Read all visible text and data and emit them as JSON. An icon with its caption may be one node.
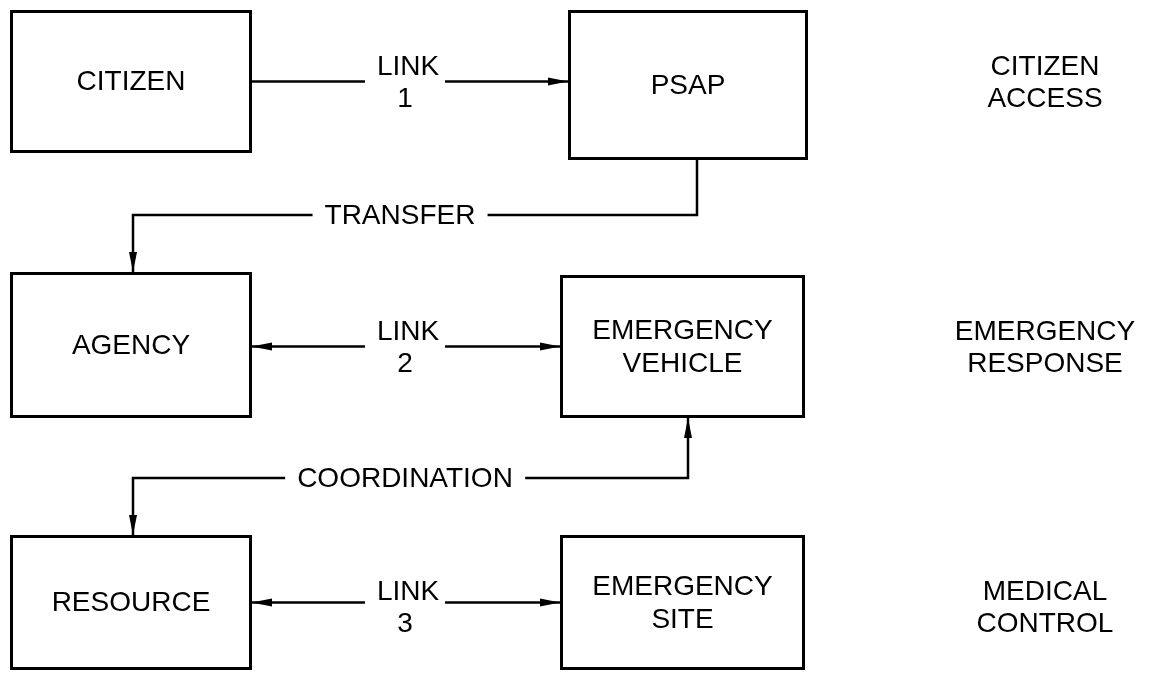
{
  "diagram": {
    "nodes": [
      {
        "text": [
          "CITIZEN"
        ]
      },
      {
        "text": [
          "PSAP"
        ]
      },
      {
        "text": [
          "AGENCY"
        ]
      },
      {
        "text": [
          "EMERGENCY VEHICLE"
        ]
      },
      {
        "text": [
          "RESOURCE"
        ]
      },
      {
        "text": [
          "EMERGENCY SITE"
        ]
      }
    ],
    "edges": [
      {
        "from": 0,
        "to": 1,
        "arrow": "to",
        "label": "LINK 1"
      },
      {
        "from": 1,
        "to": 2,
        "arrow": "to",
        "label": "TRANSFER"
      },
      {
        "from": 2,
        "to": 3,
        "arrow": "both",
        "label": "LINK 2"
      },
      {
        "from": 3,
        "to": 4,
        "arrow": "both",
        "label": "COORDINATION"
      },
      {
        "from": 4,
        "to": 5,
        "arrow": "both",
        "label": "LINK 3"
      }
    ],
    "labels": [
      "CITIZEN ACCESS",
      "EMERGENCY RESPONSE",
      "MEDICAL CONTROL"
    ]
  }
}
